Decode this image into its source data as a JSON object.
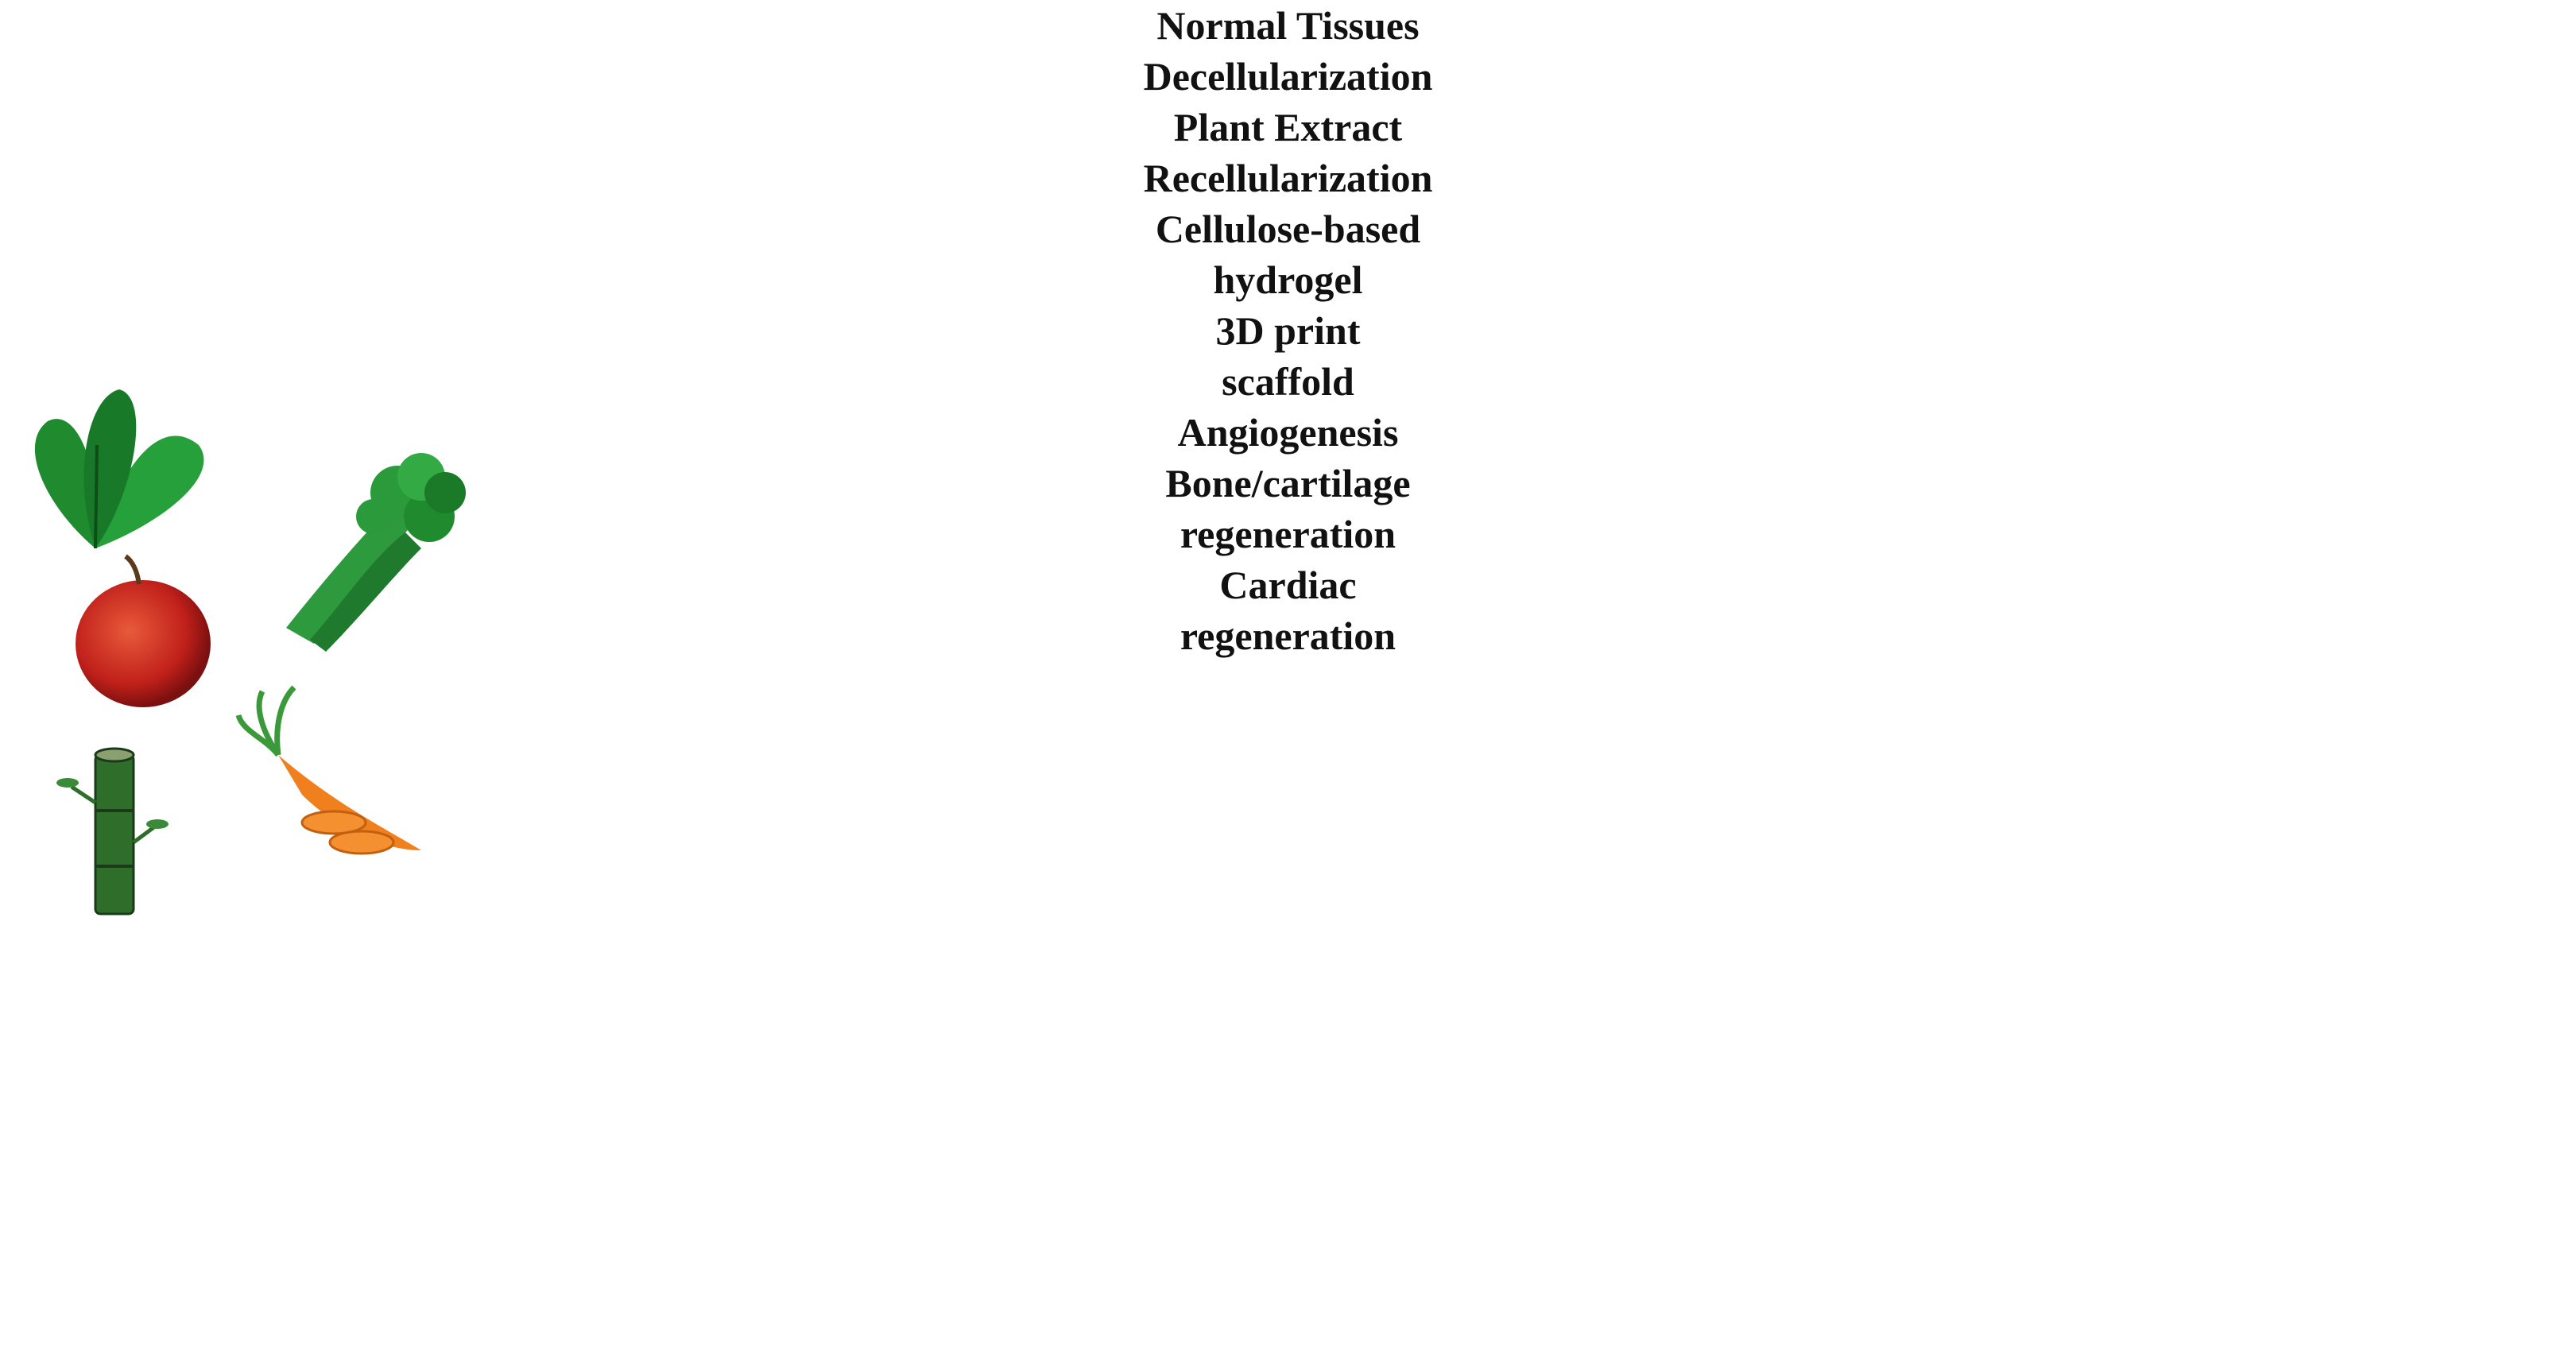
{
  "labels": {
    "normal_tissues": "Normal Tissues",
    "decellularization": "Decellularization",
    "plant_extract": "Plant Extract",
    "recellularization": "Recellularization",
    "hydrogel_line1": "Cellulose-based",
    "hydrogel_line2": "hydrogel",
    "print_line1": "3D print",
    "print_line2": "scaffold",
    "angiogenesis": "Angiogenesis",
    "bone_line1": "Bone/cartilage",
    "bone_line2": "regeneration",
    "cardiac_line1": "Cardiac",
    "cardiac_line2": "regeneration"
  },
  "colors": {
    "arrow": "#000000",
    "leaf_green": "#1f8a2e",
    "apple_red": "#c0201a",
    "carrot_orange": "#f0801e",
    "decell_gray": "#3a3a3a",
    "hydrogel_blue": "#5aa7c8",
    "blood_red": "#c8202a",
    "bone_cream": "#f4eee0",
    "heart_red": "#d8262a",
    "scaffold_gray": "#b5b5b5"
  },
  "icons": [
    "spinach-leaf-icon",
    "celery-icon",
    "apple-icon",
    "bamboo-stem-icon",
    "carrot-icon",
    "plant-cell-sketch-icon",
    "cell-cluster-icon",
    "flask-icon",
    "scaffold-lattice-icon",
    "blood-vessel-icon",
    "bone-icon",
    "heart-icon"
  ]
}
